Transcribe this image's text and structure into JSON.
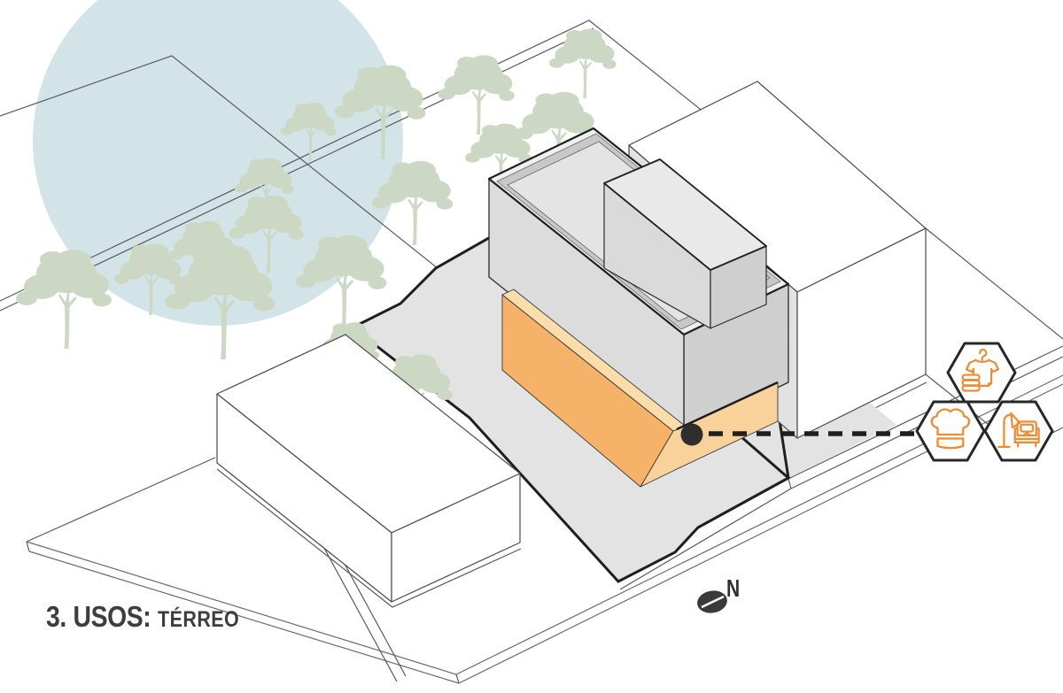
{
  "title": {
    "prefix": "3.",
    "label": "USOS:",
    "sublabel": "TÉRREO"
  },
  "north": {
    "label": "N"
  },
  "legend": {
    "connector": "dashed-callout-line",
    "icons": [
      {
        "name": "clothing-retail",
        "glyph": "t-shirt-on-hanger-with-folded-clothes"
      },
      {
        "name": "food-service",
        "glyph": "chef-hat"
      },
      {
        "name": "home-furniture",
        "glyph": "floor-lamp-and-armchair"
      }
    ]
  },
  "colors": {
    "radius_blue": "#d3e4e9",
    "tree_green": "#ccd8c3",
    "plaza_gray": "#e3e3e4",
    "building_side": "#dcdcdc",
    "building_side_dark": "#cfcfcf",
    "building_top": "#efefef",
    "roof_floor": "#e4e4e4",
    "roof_inner_wall": "#c8c8c8",
    "box_top": "#e9e9e9",
    "box_side": "#dadada",
    "orange_front": "#f6b269",
    "orange_side": "#f9d19b",
    "orange_top": "#fbdcab",
    "icon_orange": "#ee8b33",
    "outline_dark": "#1f1f1f",
    "line_gray": "#5a5a5a",
    "marker_black": "#2e2e2e",
    "title_color": "#3d3d3d"
  }
}
